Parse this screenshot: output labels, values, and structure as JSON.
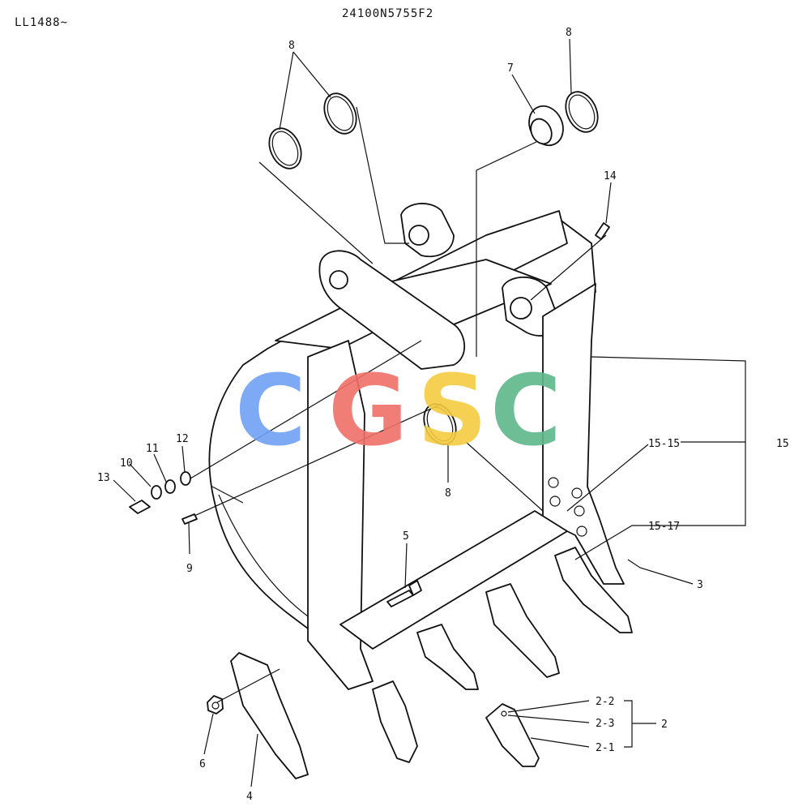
{
  "header": {
    "serial_range": "LL1488~",
    "part_number": "24100N5755F2"
  },
  "watermark": {
    "letters": [
      {
        "char": "C",
        "color": "#6fa0f5"
      },
      {
        "char": "G",
        "color": "#ef7068"
      },
      {
        "char": "S",
        "color": "#f5cc40"
      },
      {
        "char": "C",
        "color": "#5fb88a"
      }
    ]
  },
  "callouts": {
    "c8a": "8",
    "c8b": "8",
    "c7": "7",
    "c14": "14",
    "c12": "12",
    "c11": "11",
    "c10": "10",
    "c13": "13",
    "c9": "9",
    "c8c": "8",
    "c5": "5",
    "c6": "6",
    "c4": "4",
    "c3": "3",
    "c15_15": "15-15",
    "c15": "15",
    "c15_17": "15-17",
    "c2_2": "2-2",
    "c2_3": "2-3",
    "c2_1": "2-1",
    "c2": "2"
  }
}
